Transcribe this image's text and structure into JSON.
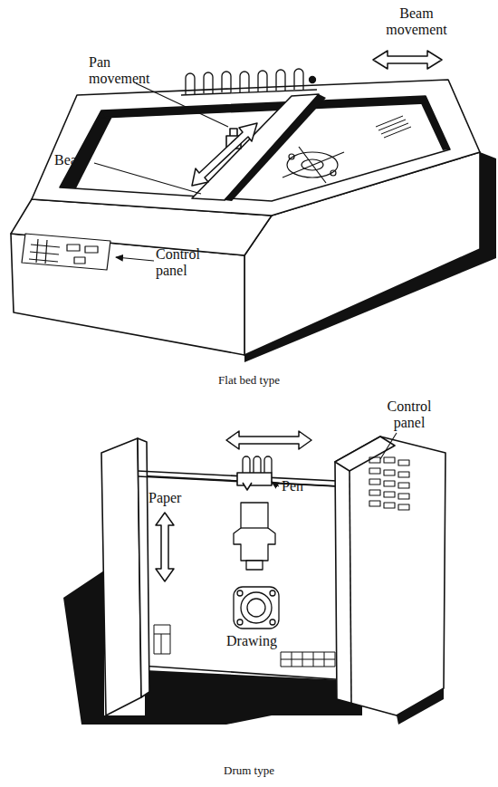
{
  "diagram": {
    "labels": [
      "Beam movement",
      "Pan movement",
      "Beam",
      "Control panel",
      "Flat bed type",
      "Control panel",
      "Pen",
      "Paper",
      "Drawing",
      "Drum type"
    ]
  }
}
